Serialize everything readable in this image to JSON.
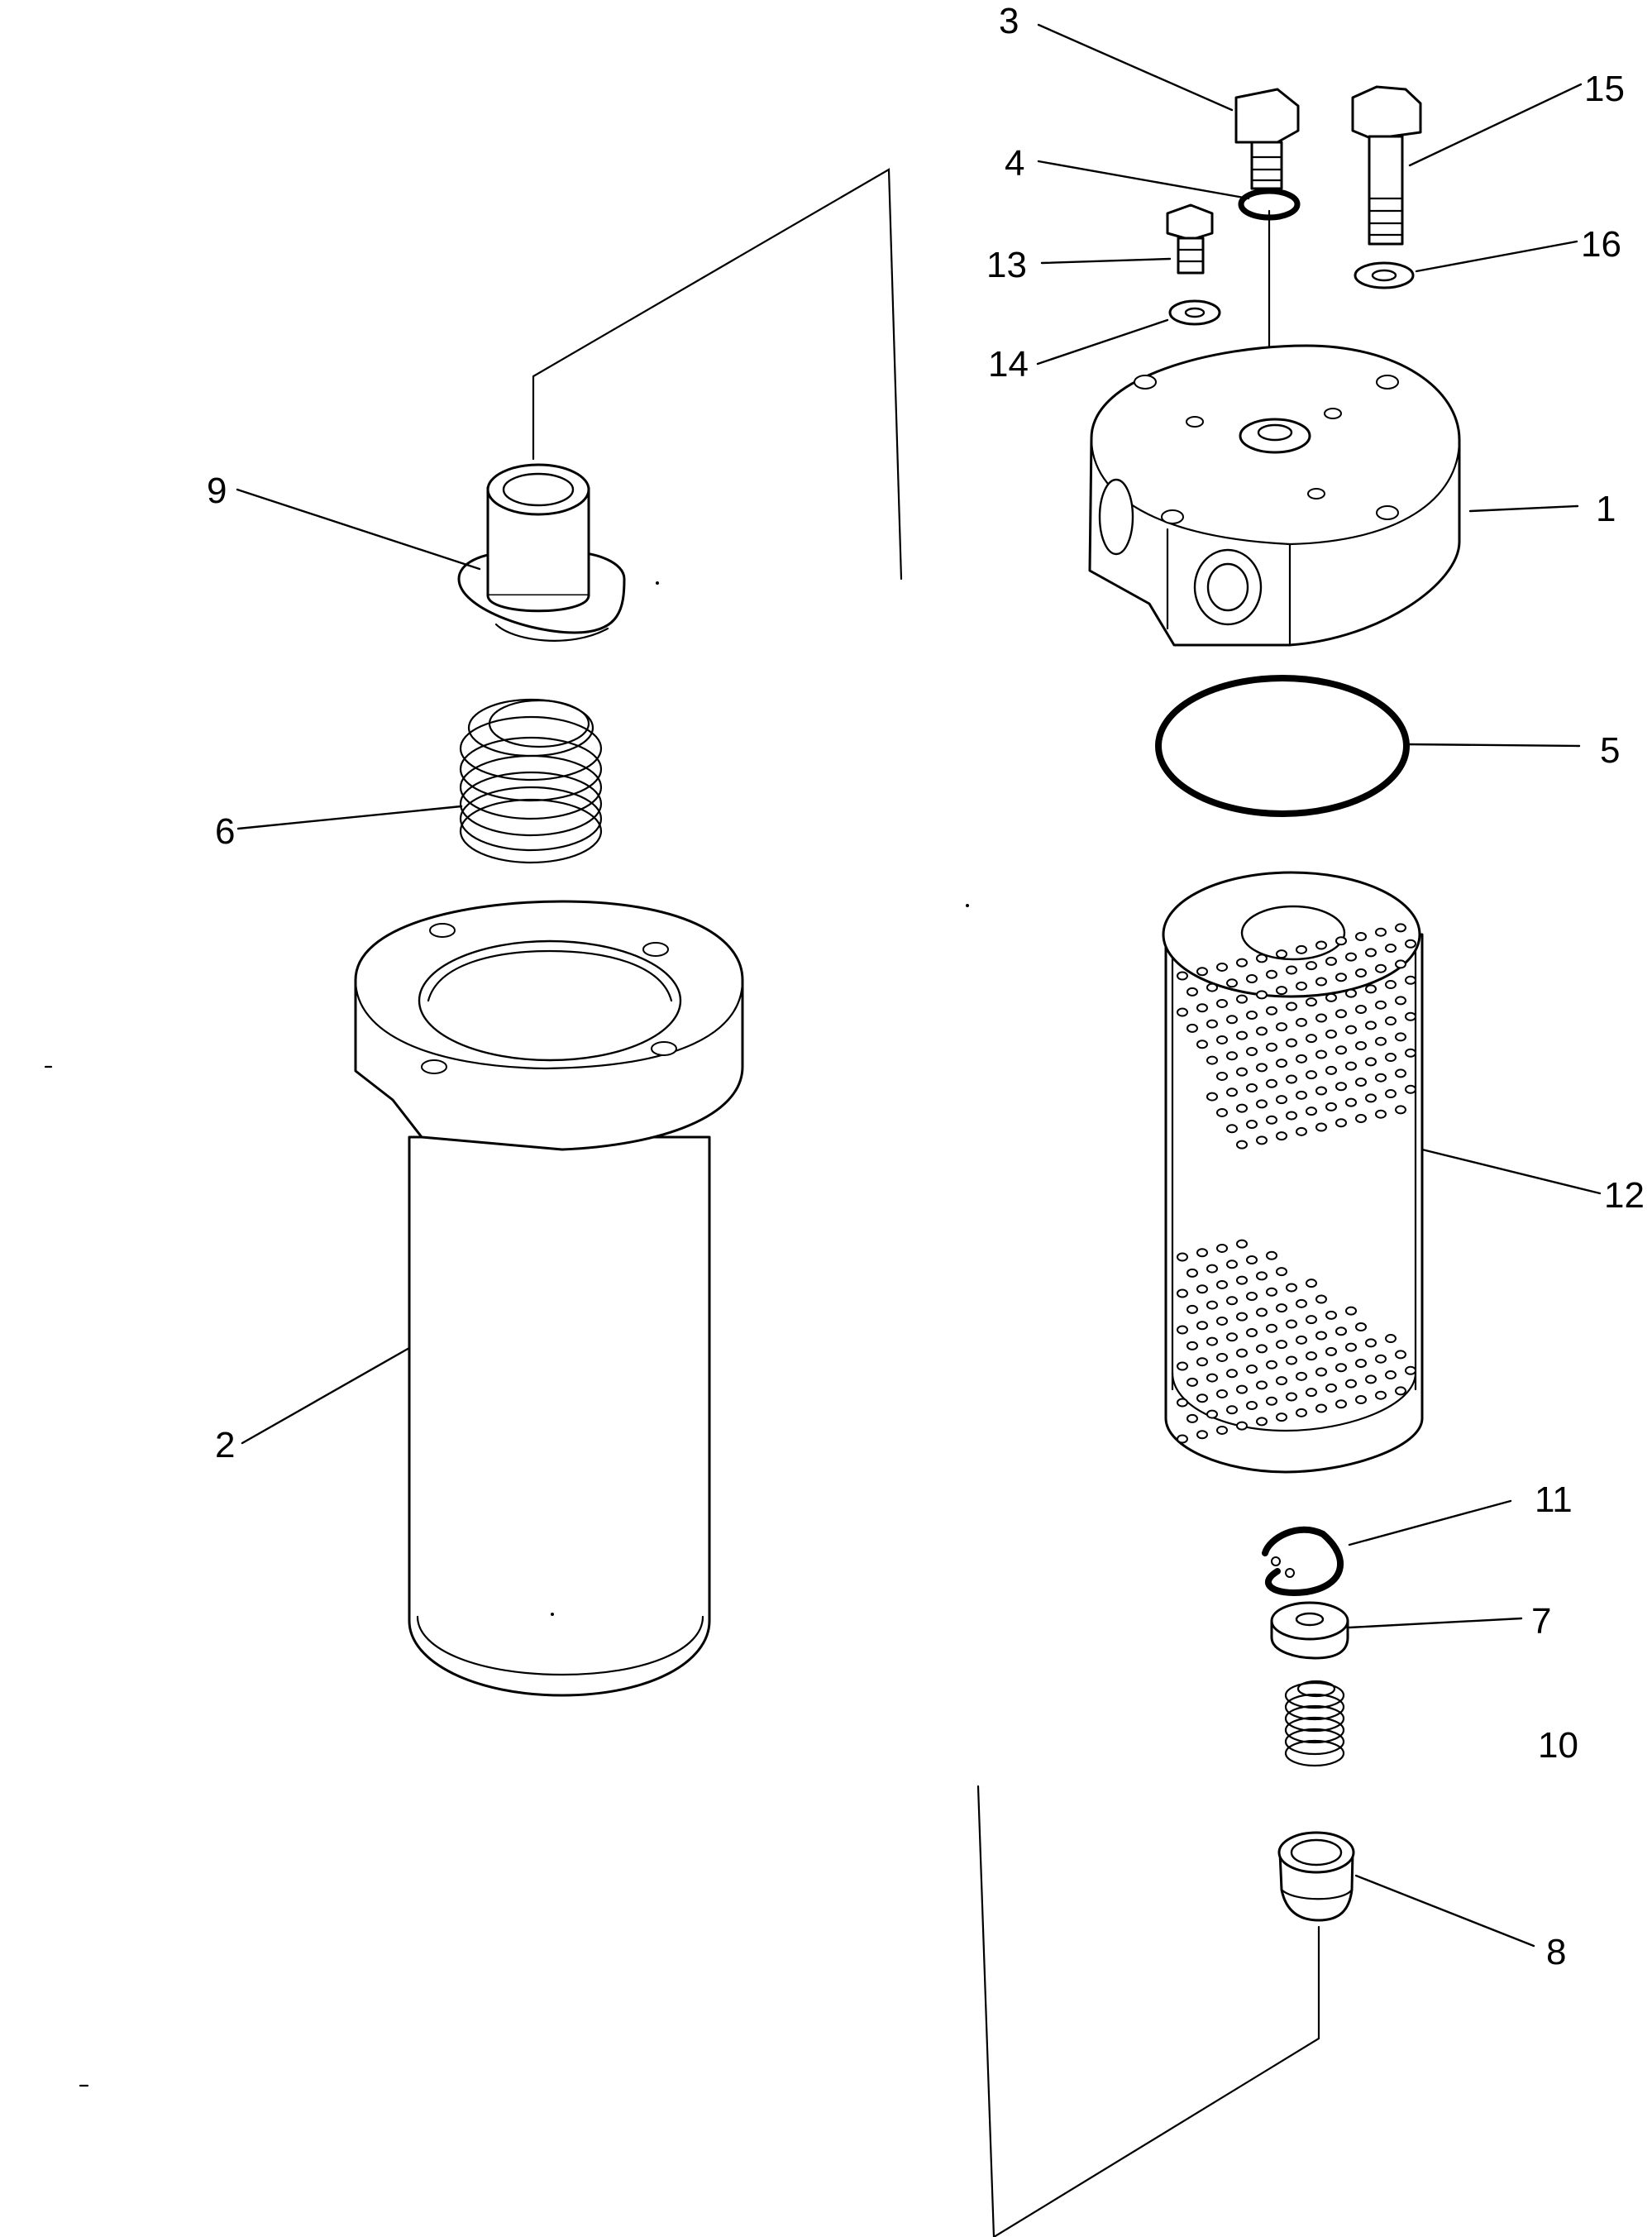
{
  "diagram": {
    "callouts": [
      {
        "id": "c3",
        "text": "3"
      },
      {
        "id": "c15",
        "text": "15"
      },
      {
        "id": "c4",
        "text": "4"
      },
      {
        "id": "c13",
        "text": "13"
      },
      {
        "id": "c16",
        "text": "16"
      },
      {
        "id": "c14",
        "text": "14"
      },
      {
        "id": "c9",
        "text": "9"
      },
      {
        "id": "c1",
        "text": "1"
      },
      {
        "id": "c5",
        "text": "5"
      },
      {
        "id": "c6",
        "text": "6"
      },
      {
        "id": "c12",
        "text": "12"
      },
      {
        "id": "c2",
        "text": "2"
      },
      {
        "id": "c11",
        "text": "11"
      },
      {
        "id": "c7",
        "text": "7"
      },
      {
        "id": "c10",
        "text": "10"
      },
      {
        "id": "c8",
        "text": "8"
      }
    ]
  }
}
